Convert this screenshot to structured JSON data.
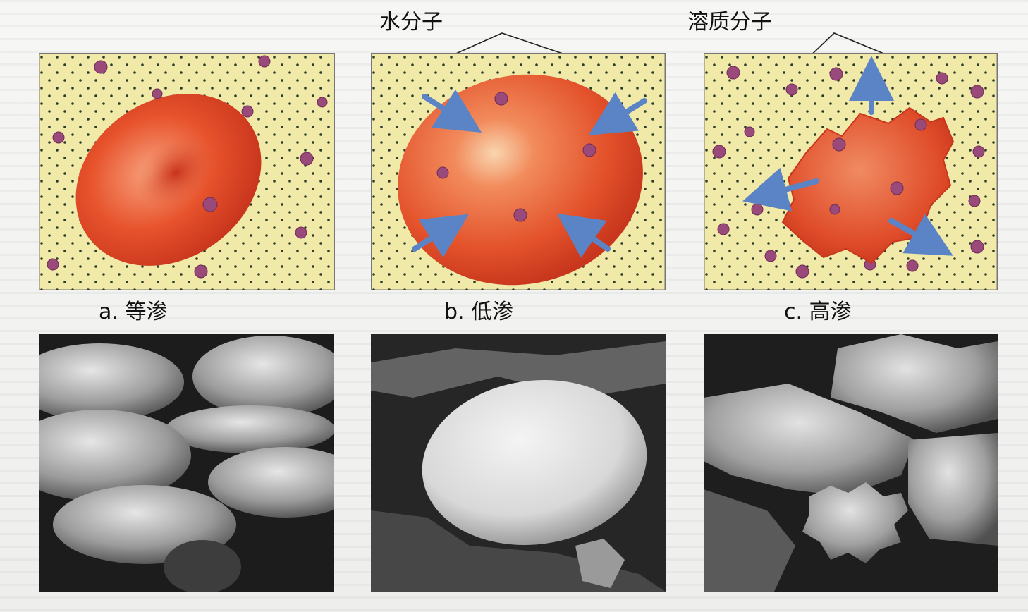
{
  "labels": {
    "water_molecule": "水分子",
    "solute_molecule": "溶质分子"
  },
  "captions": [
    {
      "id": "a",
      "text": "a. 等渗"
    },
    {
      "id": "b",
      "text": "b. 低渗"
    },
    {
      "id": "c",
      "text": "c. 高渗"
    }
  ],
  "colors": {
    "background": "#f3f3f1",
    "solution": "#f1e9a8",
    "cell": "#e4532b",
    "solute": "#9a4a7a",
    "water": "#2b2b2b",
    "arrow": "#5b84c6"
  },
  "icons": {
    "arrow": "arrow-icon"
  }
}
